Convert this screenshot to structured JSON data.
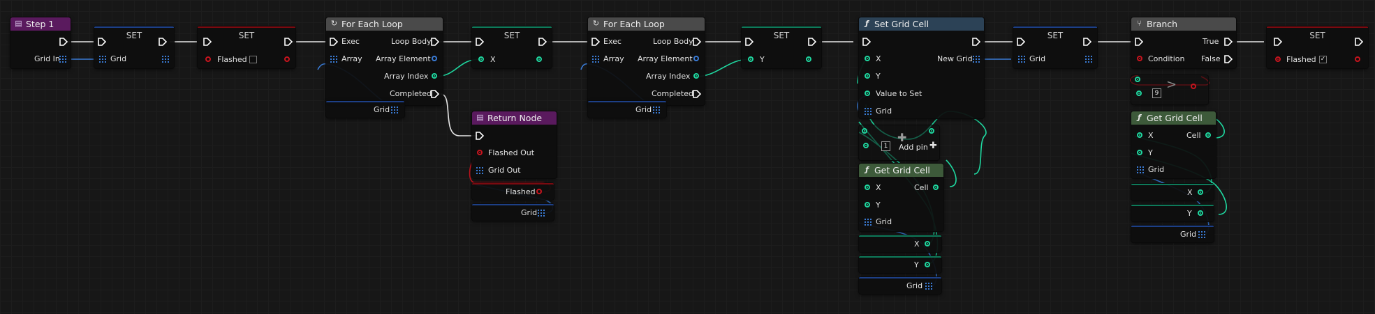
{
  "graph": {
    "step1": {
      "title": "Step 1",
      "grid_in": "Grid In"
    },
    "set_grid": {
      "title": "SET",
      "grid": "Grid"
    },
    "set_flashed": {
      "title": "SET",
      "flashed": "Flashed",
      "checked": false
    },
    "loop1": {
      "title": "For Each Loop",
      "exec": "Exec",
      "array": "Array",
      "loop_body": "Loop Body",
      "array_element": "Array Element",
      "array_index": "Array Index",
      "completed": "Completed"
    },
    "grid_getter1": {
      "label": "Grid"
    },
    "set_x": {
      "title": "SET",
      "x": "X"
    },
    "return_node": {
      "title": "Return Node",
      "flashed_out": "Flashed Out",
      "grid_out": "Grid Out"
    },
    "flashed_getter": {
      "label": "Flashed"
    },
    "grid_getter_ret": {
      "label": "Grid"
    },
    "loop2": {
      "title": "For Each Loop",
      "exec": "Exec",
      "array": "Array",
      "loop_body": "Loop Body",
      "array_element": "Array Element",
      "array_index": "Array Index",
      "completed": "Completed"
    },
    "grid_getter2": {
      "label": "Grid"
    },
    "set_y": {
      "title": "SET",
      "y": "Y"
    },
    "set_grid_cell": {
      "title": "Set Grid Cell",
      "x": "X",
      "y": "Y",
      "value_to_set": "Value to Set",
      "grid": "Grid",
      "new_grid": "New Grid",
      "add_pin": "Add pin",
      "add_value": "1"
    },
    "get_grid_cell_1": {
      "title": "Get Grid Cell",
      "x": "X",
      "y": "Y",
      "grid": "Grid",
      "cell": "Cell"
    },
    "getters_a": {
      "x": "X",
      "y": "Y",
      "grid": "Grid"
    },
    "set_grid2": {
      "title": "SET",
      "grid": "Grid"
    },
    "branch": {
      "title": "Branch",
      "condition": "Condition",
      "true": "True",
      "false": "False"
    },
    "compare": {
      "value": "9"
    },
    "get_grid_cell_2": {
      "title": "Get Grid Cell",
      "x": "X",
      "y": "Y",
      "grid": "Grid",
      "cell": "Cell"
    },
    "getters_b": {
      "x": "X",
      "y": "Y",
      "grid": "Grid"
    },
    "set_flashed2": {
      "title": "SET",
      "flashed": "Flashed",
      "checked": true,
      "check_glyph": "✓"
    }
  },
  "colors": {
    "background": "#171717",
    "exec": "#ffffff",
    "integer": "#1fd8a0",
    "boolean": "#c8141e",
    "grid_struct": "#3a7bd5",
    "event_header": "#5a1a5e",
    "loop_header": "#4a4a4a",
    "function_header": "#2c4256",
    "pure_function_header": "#3d5a3a",
    "branch_header": "#4a4a4a"
  }
}
